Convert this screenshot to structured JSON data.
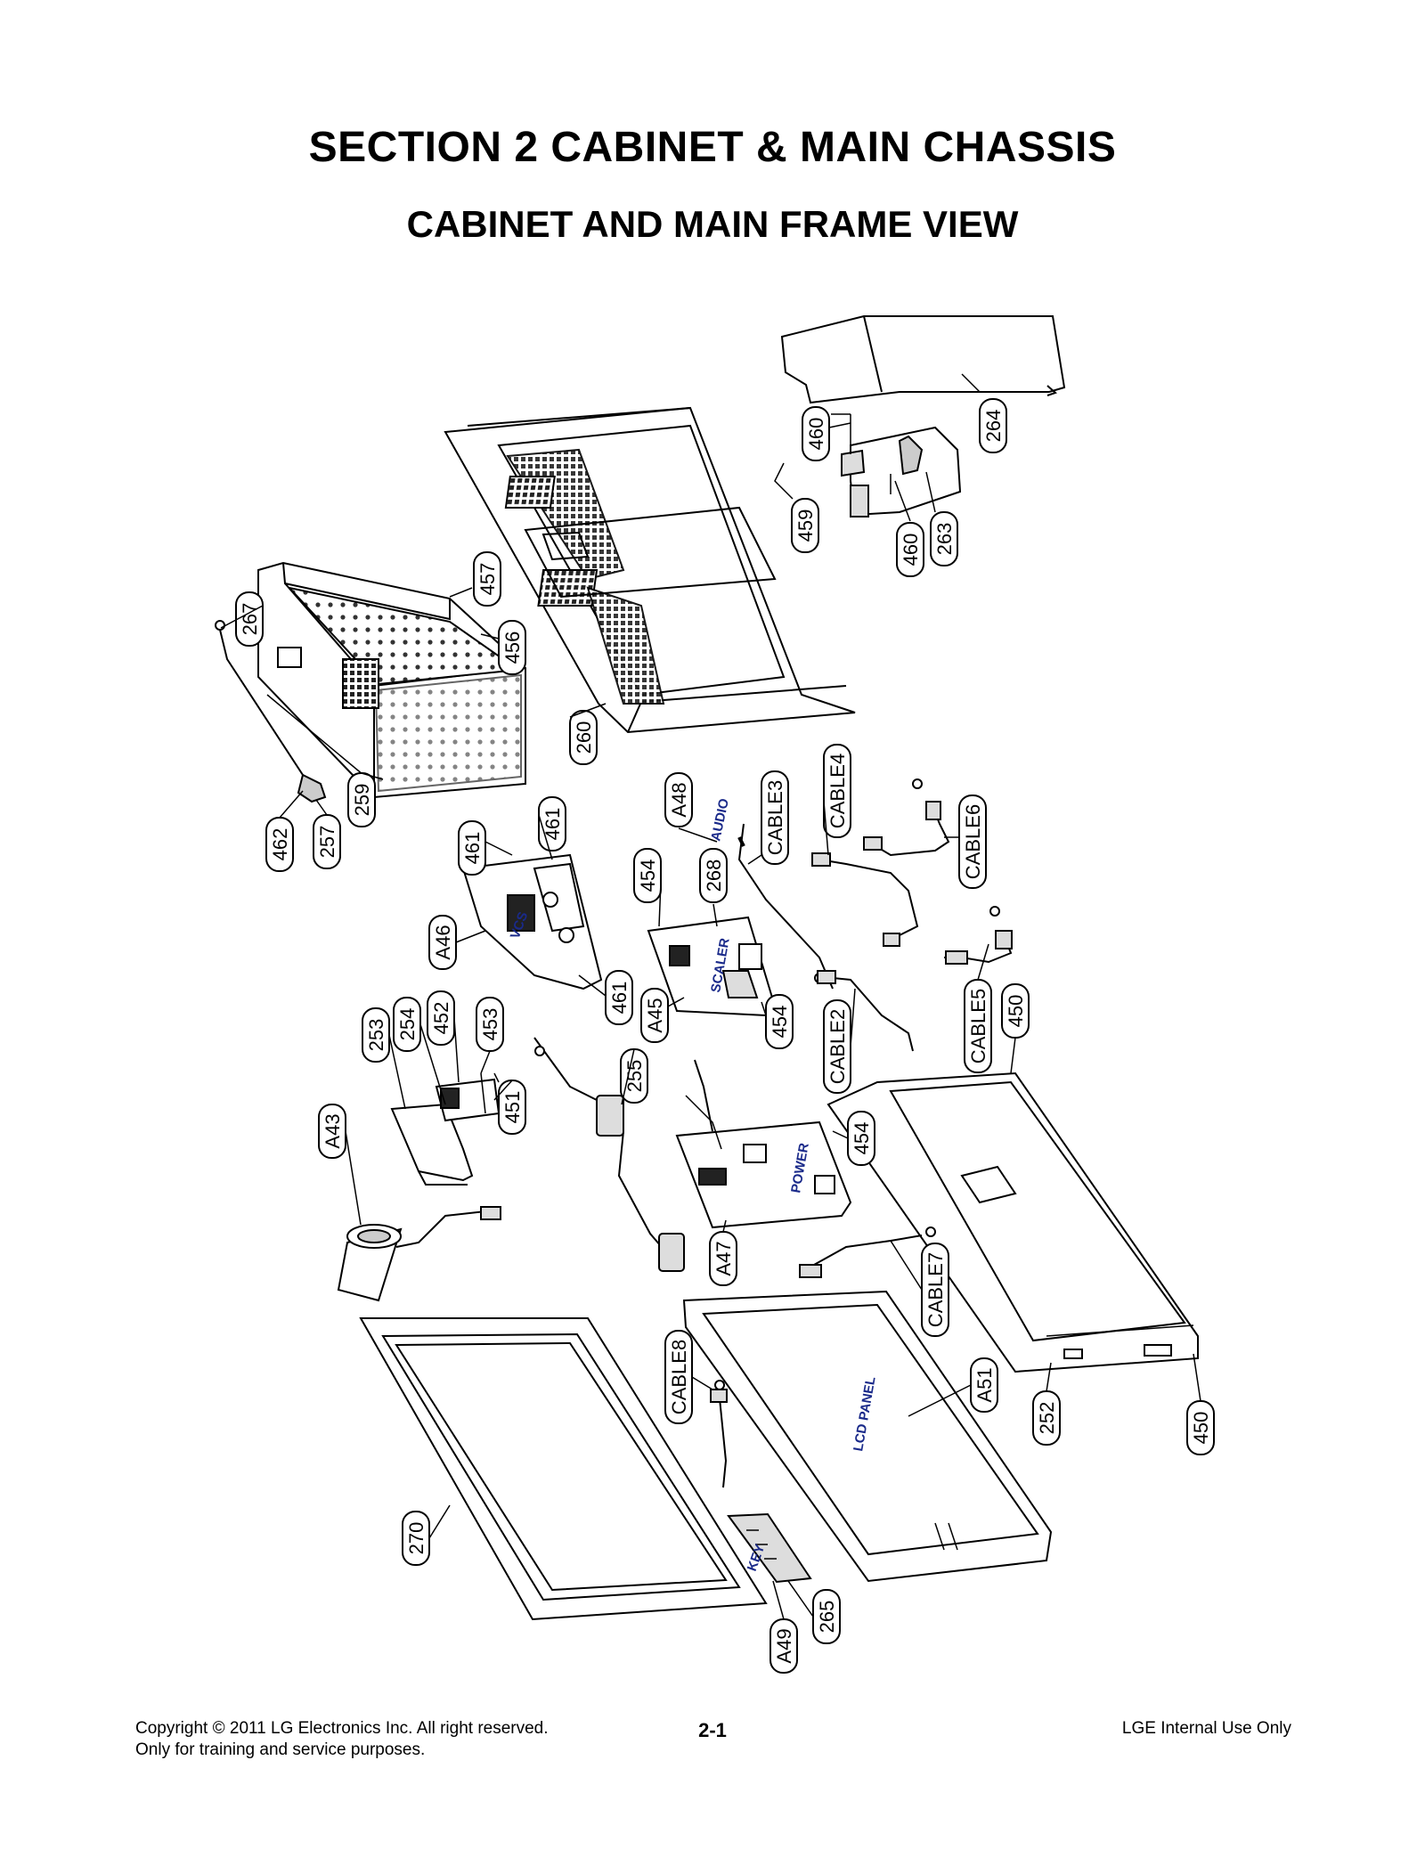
{
  "header": {
    "section_title": "SECTION 2 CABINET & MAIN CHASSIS",
    "view_title": "CABINET AND MAIN FRAME VIEW"
  },
  "board_labels": {
    "vcs": "VCS",
    "audio": "AUDIO",
    "scaler": "SCALER",
    "power": "POWER",
    "lcd_panel": "LCD PANEL",
    "key": "KEY"
  },
  "callouts": {
    "c264": "264",
    "c460a": "460",
    "c263": "263",
    "c460b": "460",
    "c459": "459",
    "c457": "457",
    "c456": "456",
    "c267": "267",
    "c260": "260",
    "c259": "259",
    "c462": "462",
    "c257": "257",
    "c461a": "461",
    "c461b": "461",
    "c461c": "461",
    "cA46": "A46",
    "cA48": "A48",
    "cCABLE3": "CABLE3",
    "cCABLE4": "CABLE4",
    "cCABLE6": "CABLE6",
    "c454a": "454",
    "c268": "268",
    "cA45": "A45",
    "c454b": "454",
    "cCABLE2": "CABLE2",
    "cCABLE5": "CABLE5",
    "c450a": "450",
    "c253": "253",
    "c254": "254",
    "c452": "452",
    "c453": "453",
    "c451": "451",
    "cA43": "A43",
    "c255": "255",
    "c454c": "454",
    "cA47": "A47",
    "cCABLE7": "CABLE7",
    "cCABLE8": "CABLE8",
    "cA51": "A51",
    "c252": "252",
    "c450b": "450",
    "c270": "270",
    "c265": "265",
    "cA49": "A49"
  },
  "footer": {
    "copyright": "Copyright © 2011 LG Electronics Inc. All right reserved.",
    "training": "Only for training and service purposes.",
    "page_number": "2-1",
    "internal": "LGE Internal Use Only"
  }
}
